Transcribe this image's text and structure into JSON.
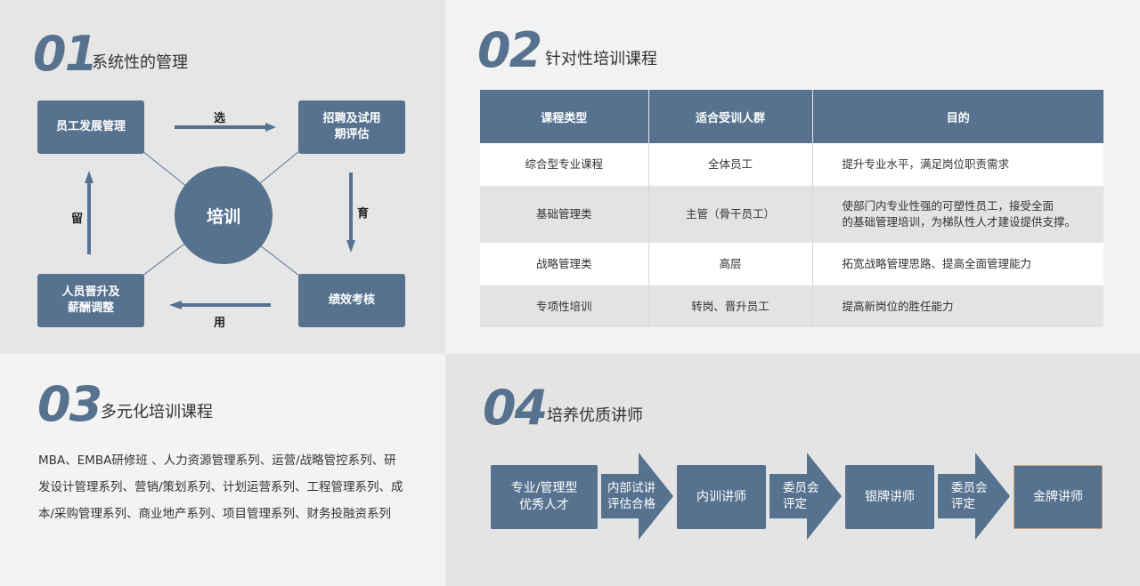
{
  "s1": {
    "num": "01",
    "title": "系统性的管理",
    "center": "培训",
    "boxes": {
      "top_left": [
        "员工发展管理"
      ],
      "top_right": [
        "招聘及试用",
        "期评估"
      ],
      "bottom_right": [
        "绩效考核"
      ],
      "bottom_left": [
        "人员晋升及",
        "薪酬调整"
      ]
    },
    "arrow_labels": {
      "top": "选",
      "right": "育",
      "bottom": "用",
      "left": "留"
    }
  },
  "s2": {
    "num": "02",
    "title": "针对性培训课程",
    "headers": [
      "课程类型",
      "适合受训人群",
      "目的"
    ],
    "rows": [
      {
        "type": "综合型专业课程",
        "audience": "全体员工",
        "purpose": [
          "提升专业水平，满足岗位职责需求"
        ]
      },
      {
        "type": "基础管理类",
        "audience": "主管（骨干员工）",
        "purpose": [
          "使部门内专业性强的可塑性员工，接受全面",
          "的基础管理培训，为梯队性人才建设提供支撑。"
        ]
      },
      {
        "type": "战略管理类",
        "audience": "高层",
        "purpose": [
          "拓宽战略管理思路、提高全面管理能力"
        ]
      },
      {
        "type": "专项性培训",
        "audience": "转岗、晋升员工",
        "purpose": [
          "提高新岗位的胜任能力"
        ]
      }
    ]
  },
  "s3": {
    "num": "03",
    "title": "多元化培训课程",
    "text": "MBA、EMBA研修班 、人力资源管理系列、运营/战略管控系列、研发设计管理系列、营销/策划系列、计划运营系列、工程管理系列、成本/采购管理系列、商业地产系列、项目管理系列、财务投融资系列"
  },
  "s4": {
    "num": "04",
    "title": "培养优质讲师",
    "steps": [
      [
        "专业/管理型",
        "优秀人才"
      ],
      [
        "内训讲师"
      ],
      [
        "银牌讲师"
      ],
      [
        "金牌讲师"
      ]
    ],
    "arrows": [
      [
        "内部试讲",
        "评估合格"
      ],
      [
        "委员会",
        "评定"
      ],
      [
        "委员会",
        "评定"
      ]
    ]
  },
  "colors": {
    "accent": "#56728f",
    "gold_border": "#c9a37e"
  }
}
